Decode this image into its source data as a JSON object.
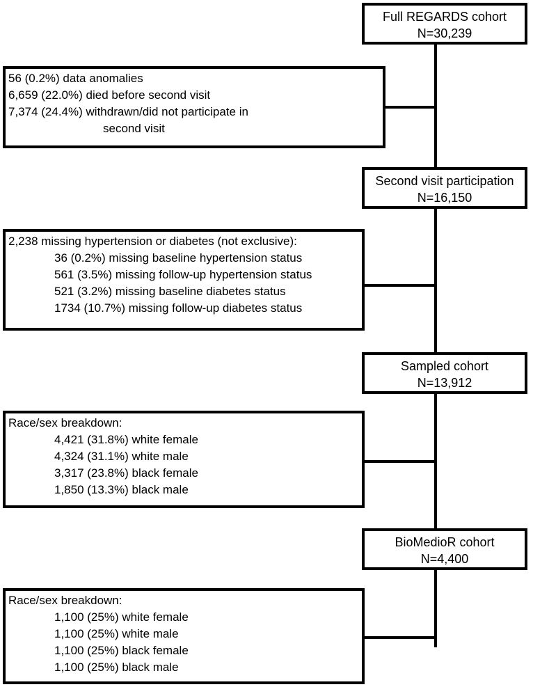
{
  "main_boxes": {
    "full_cohort": {
      "title": "Full REGARDS cohort",
      "count": "N=30,239"
    },
    "second_visit": {
      "title": "Second visit participation",
      "count": "N=16,150"
    },
    "sampled": {
      "title": "Sampled cohort",
      "count": "N=13,912"
    },
    "biomedior": {
      "title": "BioMedioR cohort",
      "count": "N=4,400"
    }
  },
  "exclusion_1": {
    "lines": [
      "56 (0.2%) data anomalies",
      "6,659 (22.0%) died before second visit",
      "7,374 (24.4%) withdrawn/did not participate in",
      "second visit"
    ]
  },
  "exclusion_2": {
    "header": "2,238 missing hypertension or diabetes (not exclusive):",
    "items": [
      "36 (0.2%) missing baseline hypertension status",
      "561 (3.5%) missing follow-up hypertension status",
      "521 (3.2%) missing baseline diabetes status",
      "1734 (10.7%) missing follow-up diabetes status"
    ]
  },
  "breakdown_sampled": {
    "header": "Race/sex breakdown:",
    "items": [
      "4,421 (31.8%) white female",
      "4,324 (31.1%) white male",
      "3,317 (23.8%) black female",
      "1,850 (13.3%) black male"
    ]
  },
  "breakdown_biomedior": {
    "header": "Race/sex breakdown:",
    "items": [
      "1,100 (25%) white female",
      "1,100 (25%) white male",
      "1,100 (25%) black female",
      "1,100 (25%) black male"
    ]
  }
}
